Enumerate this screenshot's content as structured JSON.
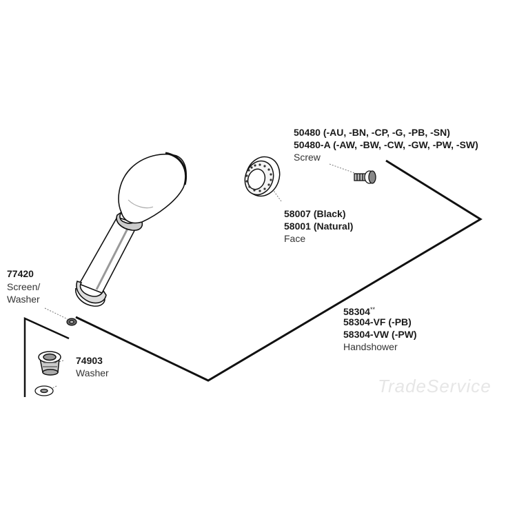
{
  "labels": {
    "screw": {
      "line1": "50480 (-AU, -BN, -CP, -G, -PB, -SN)",
      "line2": "50480-A  (-AW, -BW, -CW, -GW, -PW, -SW)",
      "desc": "Screw"
    },
    "face": {
      "line1": "58007 (Black)",
      "line2": "58001 (Natural)",
      "desc": "Face"
    },
    "screen_washer": {
      "part": "77420",
      "desc1": "Screen/",
      "desc2": "Washer"
    },
    "washer": {
      "part": "74903",
      "desc": "Washer"
    },
    "handshower": {
      "line1": "58304",
      "line1_mark": "**",
      "line2": "58304-VF (-PB)",
      "line3": "58304-VW (-PW)",
      "desc": "Handshower"
    }
  },
  "watermark": "TradeService",
  "colors": {
    "line": "#111111",
    "part_fill": "#ffffff",
    "part_shade": "#9a9a9a",
    "watermark": "#e6e6e6"
  }
}
